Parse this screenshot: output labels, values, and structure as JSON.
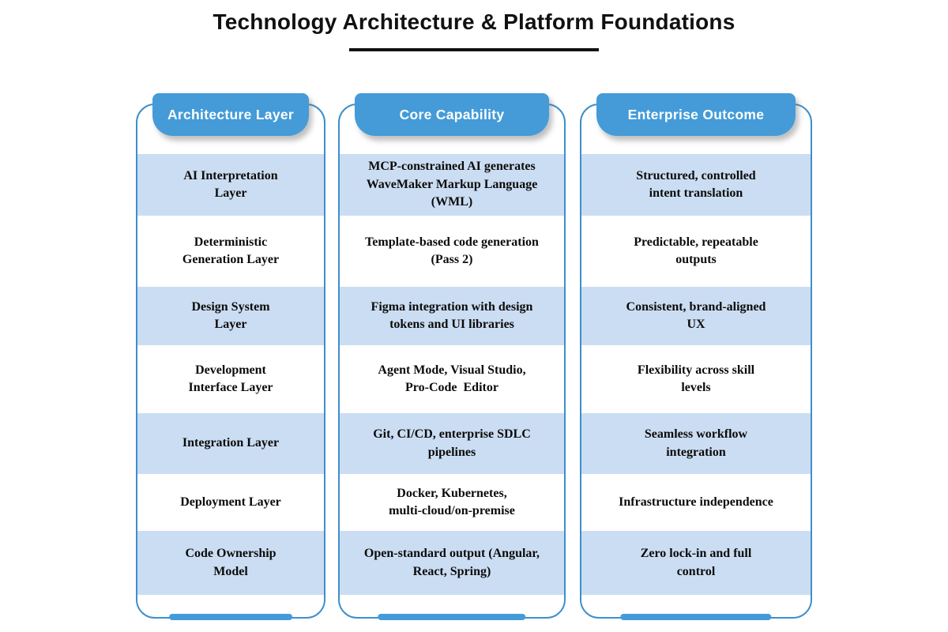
{
  "title": "Technology Architecture & Platform Foundations",
  "colors": {
    "accent": "#449bd8",
    "row_highlight": "#cbddf2",
    "card_border": "#3e8fcb",
    "title_color": "#111111"
  },
  "columns": [
    {
      "header": "Architecture Layer",
      "cells": [
        "AI Interpretation\nLayer",
        "Deterministic\nGeneration Layer",
        "Design System\nLayer",
        "Development\nInterface Layer",
        "Integration Layer",
        "Deployment Layer",
        "Code Ownership\nModel"
      ]
    },
    {
      "header": "Core Capability",
      "cells": [
        "MCP-constrained AI generates\nWaveMaker Markup Language\n(WML)",
        "Template-based code generation\n(Pass 2)",
        "Figma integration with design\ntokens and UI libraries",
        "Agent Mode, Visual Studio,\nPro-Code  Editor",
        "Git, CI/CD, enterprise SDLC\npipelines",
        "Docker, Kubernetes,\nmulti-cloud/on-premise",
        "Open-standard output (Angular,\nReact, Spring)"
      ]
    },
    {
      "header": "Enterprise Outcome",
      "cells": [
        "Structured, controlled\nintent translation",
        "Predictable, repeatable\noutputs",
        "Consistent, brand-aligned\nUX",
        "Flexibility across skill\nlevels",
        "Seamless workflow\nintegration",
        "Infrastructure independence",
        "Zero lock-in and full\ncontrol"
      ]
    }
  ]
}
